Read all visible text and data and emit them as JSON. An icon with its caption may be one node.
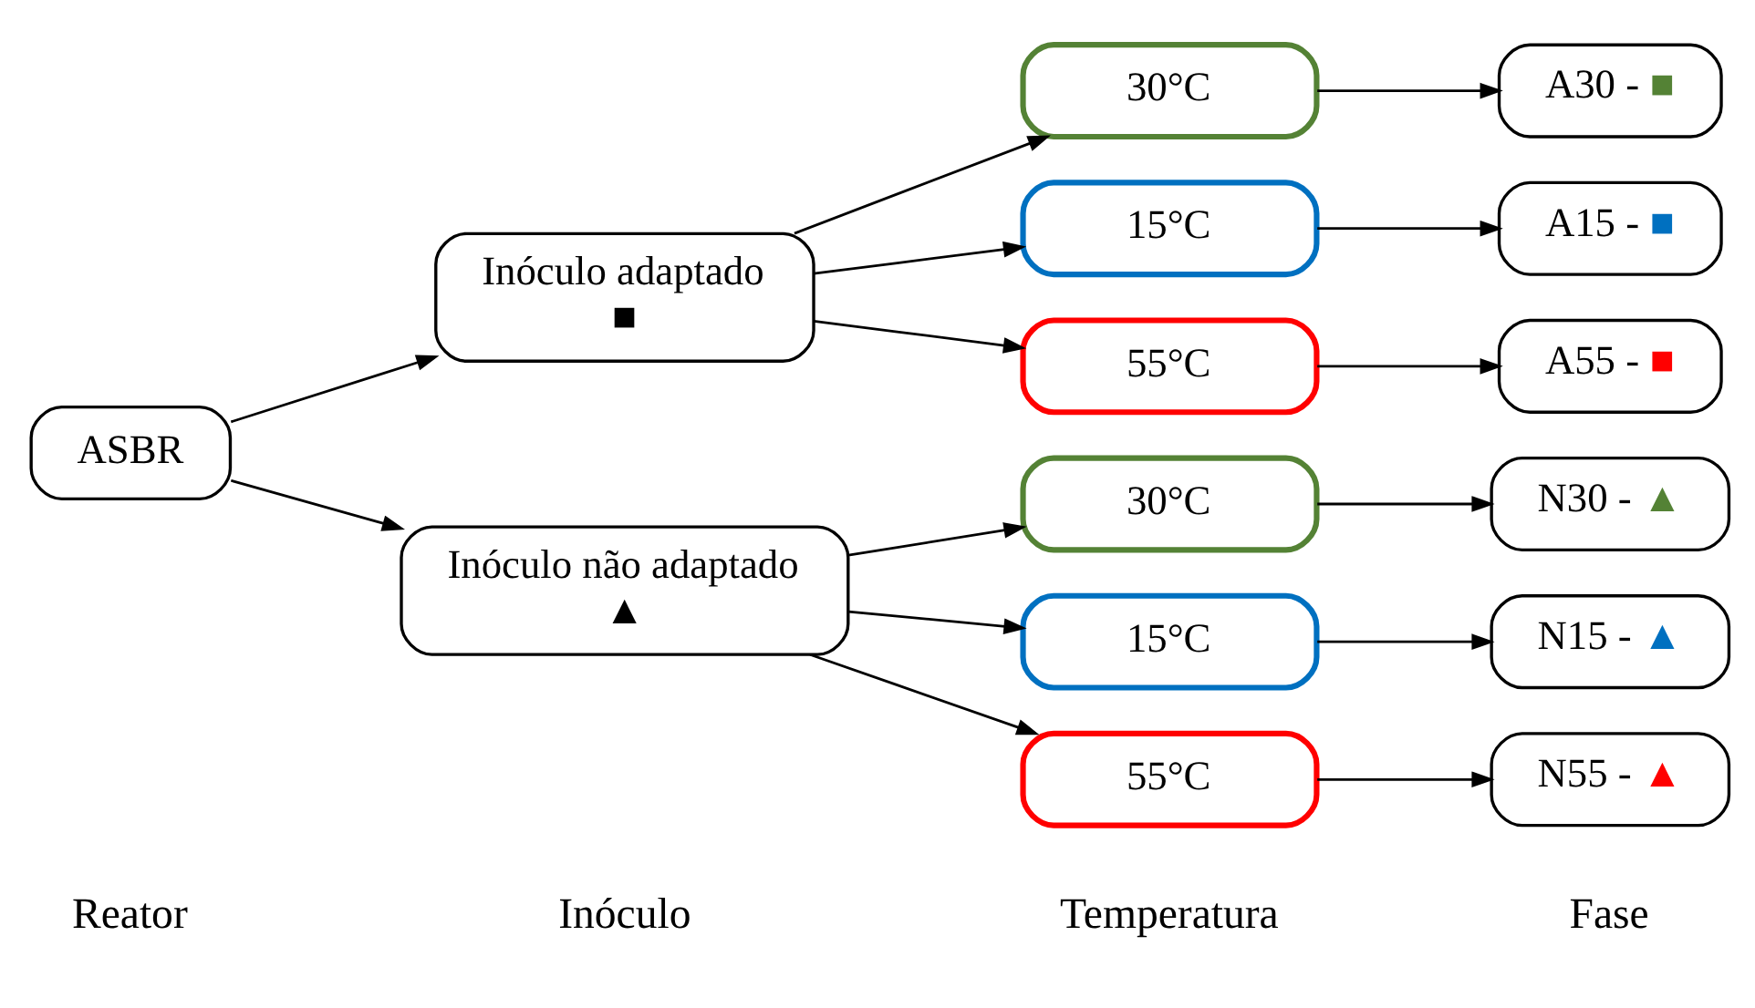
{
  "diagram": {
    "nodes": [
      {
        "text": [
          "ASBR"
        ]
      },
      {
        "text": [
          "Inóculo adaptado",
          "■"
        ]
      },
      {
        "text": [
          "Inóculo não adaptado",
          "▲"
        ]
      },
      {
        "text": [
          "30°C"
        ]
      },
      {
        "text": [
          "15°C"
        ]
      },
      {
        "text": [
          "55°C"
        ]
      },
      {
        "text": [
          "30°C"
        ]
      },
      {
        "text": [
          "15°C"
        ]
      },
      {
        "text": [
          "55°C"
        ]
      },
      {
        "text": [
          "A30 - ■"
        ]
      },
      {
        "text": [
          "A15 - ■"
        ]
      },
      {
        "text": [
          "A55 - ■"
        ]
      },
      {
        "text": [
          "N30 - ▲"
        ]
      },
      {
        "text": [
          "N15 - ▲"
        ]
      },
      {
        "text": [
          "N55 - ▲"
        ]
      }
    ],
    "edges": [
      {
        "from": 0,
        "to": 1,
        "arrow": "to"
      },
      {
        "from": 0,
        "to": 2,
        "arrow": "to"
      },
      {
        "from": 1,
        "to": 3,
        "arrow": "to"
      },
      {
        "from": 1,
        "to": 4,
        "arrow": "to"
      },
      {
        "from": 1,
        "to": 5,
        "arrow": "to"
      },
      {
        "from": 2,
        "to": 6,
        "arrow": "to"
      },
      {
        "from": 2,
        "to": 7,
        "arrow": "to"
      },
      {
        "from": 2,
        "to": 8,
        "arrow": "to"
      },
      {
        "from": 3,
        "to": 9,
        "arrow": "to"
      },
      {
        "from": 4,
        "to": 10,
        "arrow": "to"
      },
      {
        "from": 5,
        "to": 11,
        "arrow": "to"
      },
      {
        "from": 6,
        "to": 12,
        "arrow": "to"
      },
      {
        "from": 7,
        "to": 13,
        "arrow": "to"
      },
      {
        "from": 8,
        "to": 14,
        "arrow": "to"
      }
    ],
    "labels": [
      "Reator",
      "Inóculo",
      "Temperatura",
      "Fase"
    ]
  }
}
